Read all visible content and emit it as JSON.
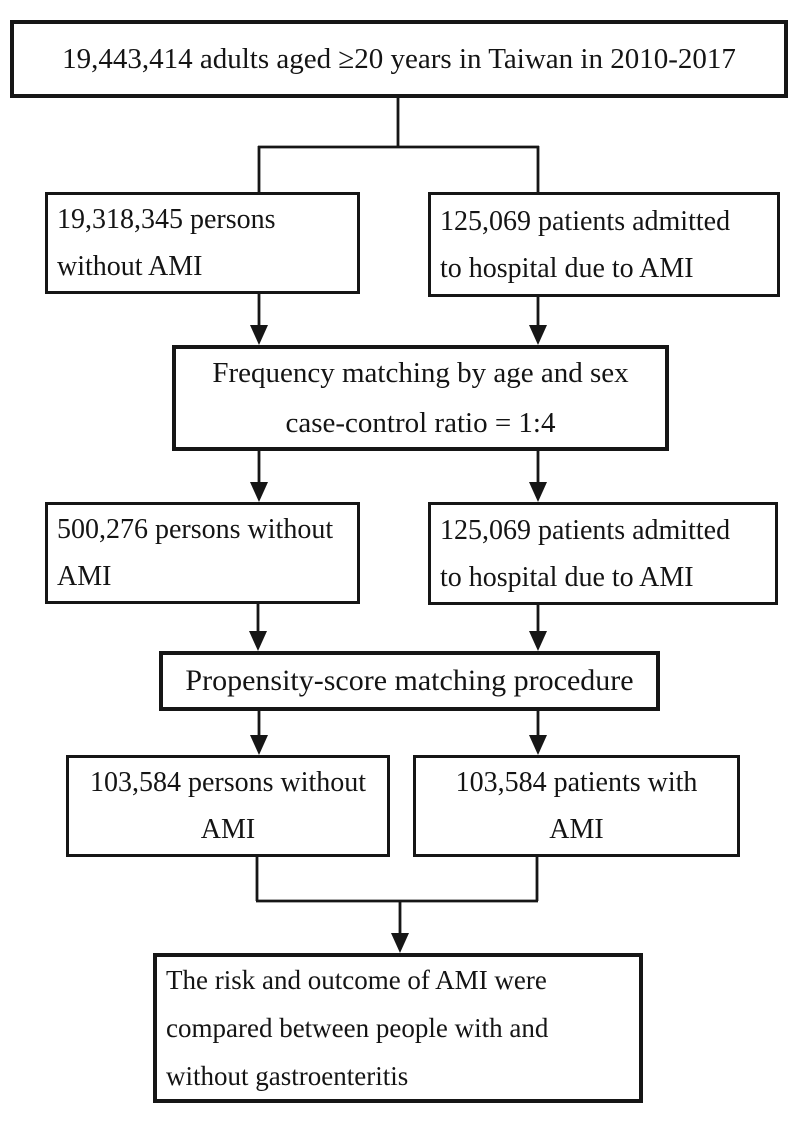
{
  "diagram": {
    "type": "flowchart",
    "topic": "Study enrollment and matching flow for AMI cohort in Taiwan",
    "colors": {
      "ink": "#161616",
      "text": "#141414",
      "background": "#ffffff"
    }
  },
  "boxes": {
    "population": {
      "lines": [
        "19,443,414 adults aged ≥20 years in Taiwan in 2010-2017"
      ]
    },
    "without_ami_initial": {
      "lines": [
        "19,318,345 persons",
        "without AMI"
      ]
    },
    "ami_admitted_initial": {
      "lines": [
        "125,069 patients admitted",
        "to hospital due to AMI"
      ]
    },
    "frequency_matching": {
      "lines": [
        "Frequency matching by age and sex",
        "case-control ratio = 1:4"
      ]
    },
    "without_ami_frequency_matched": {
      "lines": [
        "500,276 persons without",
        "AMI"
      ]
    },
    "ami_admitted_frequency_matched": {
      "lines": [
        "125,069 patients admitted",
        "to hospital due to AMI"
      ]
    },
    "propensity_matching": {
      "lines": [
        "Propensity-score matching procedure"
      ]
    },
    "without_ami_ps_matched": {
      "lines": [
        "103,584 persons without",
        "AMI"
      ]
    },
    "with_ami_ps_matched": {
      "lines": [
        "103,584 patients with",
        "AMI"
      ]
    },
    "outcome": {
      "lines": [
        "The risk and outcome of AMI were",
        "compared between people with and",
        "without gastroenteritis"
      ]
    }
  }
}
